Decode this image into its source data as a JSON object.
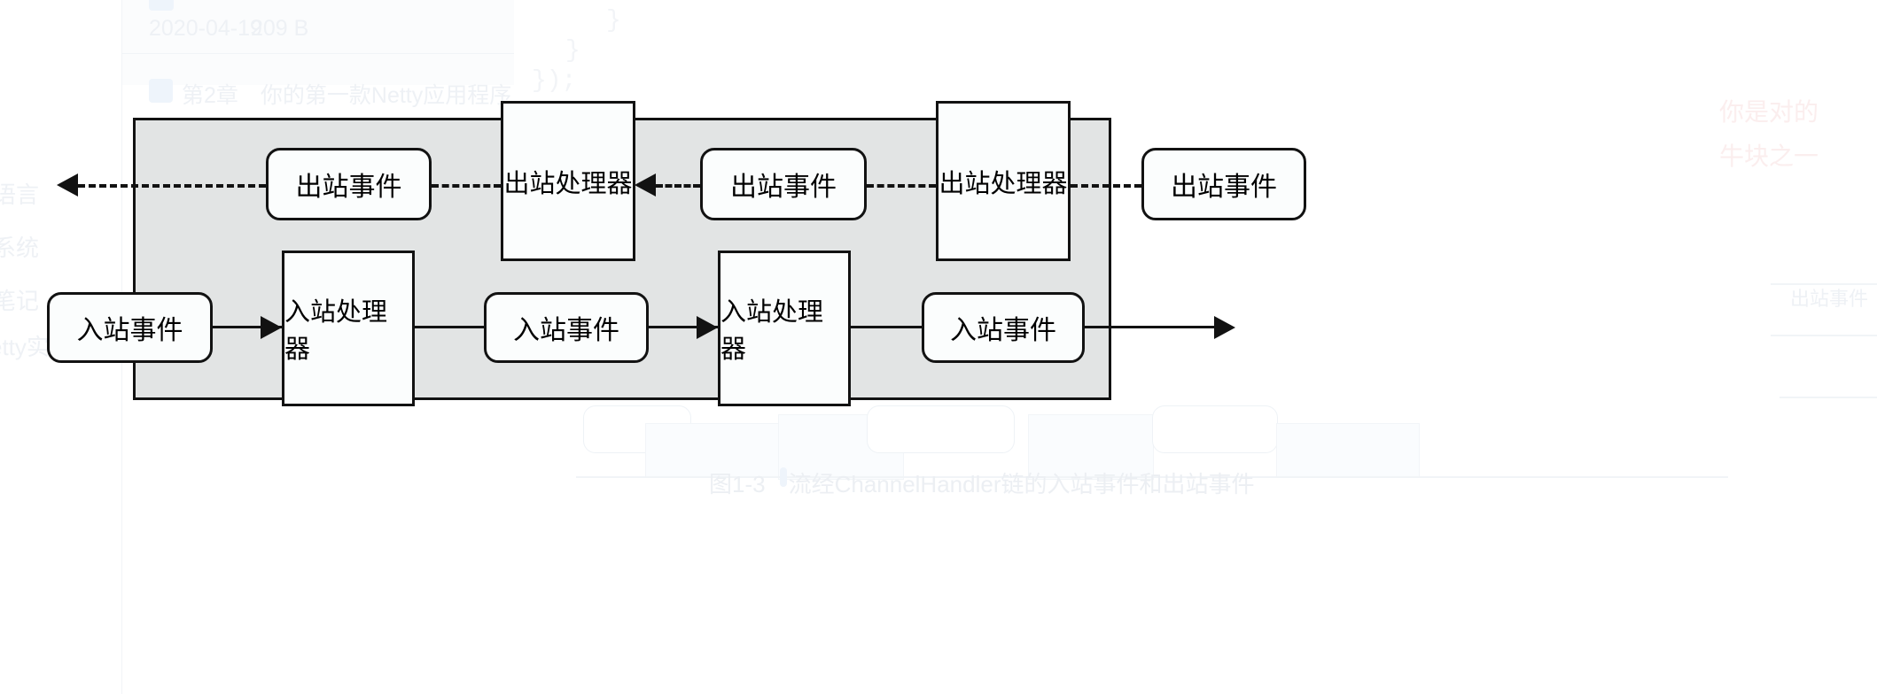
{
  "diagram": {
    "title": "流经ChannelHandler链的入站事件和出站事件",
    "caption_number": "图1-3",
    "caption_full": "图1-3　流经ChannelHandler链的入站事件和出站事件",
    "pipeline_fill": "#e2e4e4",
    "stroke_color": "#121212",
    "node_fill": "#fbfdfd",
    "outbound_row": {
      "label": "出站事件",
      "handler_label": "出站处理器",
      "direction": "right-to-left",
      "nodes": [
        {
          "type": "event",
          "label": "出站事件"
        },
        {
          "type": "handler",
          "label": "出站处理器"
        },
        {
          "type": "event",
          "label": "出站事件"
        },
        {
          "type": "handler",
          "label": "出站处理器"
        },
        {
          "type": "event",
          "label": "出站事件"
        }
      ]
    },
    "inbound_row": {
      "label": "入站事件",
      "handler_label": "入站处理器",
      "direction": "left-to-right",
      "nodes": [
        {
          "type": "event",
          "label": "入站事件"
        },
        {
          "type": "handler",
          "label": "入站处理器"
        },
        {
          "type": "event",
          "label": "入站事件"
        },
        {
          "type": "handler",
          "label": "入站处理器"
        },
        {
          "type": "event",
          "label": "入站事件"
        }
      ]
    }
  },
  "background": {
    "file_date": "2020-04-19",
    "file_size": "209 B",
    "chapter_entry": "第2章　你的第一款Netty应用程序",
    "sidebar": [
      {
        "label": "语言"
      },
      {
        "label": "系统"
      },
      {
        "label": "笔记"
      },
      {
        "label": "etty实"
      }
    ],
    "code_fragments": [
      "}",
      "}",
      "});"
    ],
    "right_notes": [
      "你是对的",
      "牛块之一"
    ],
    "right_label": "出站事件"
  }
}
